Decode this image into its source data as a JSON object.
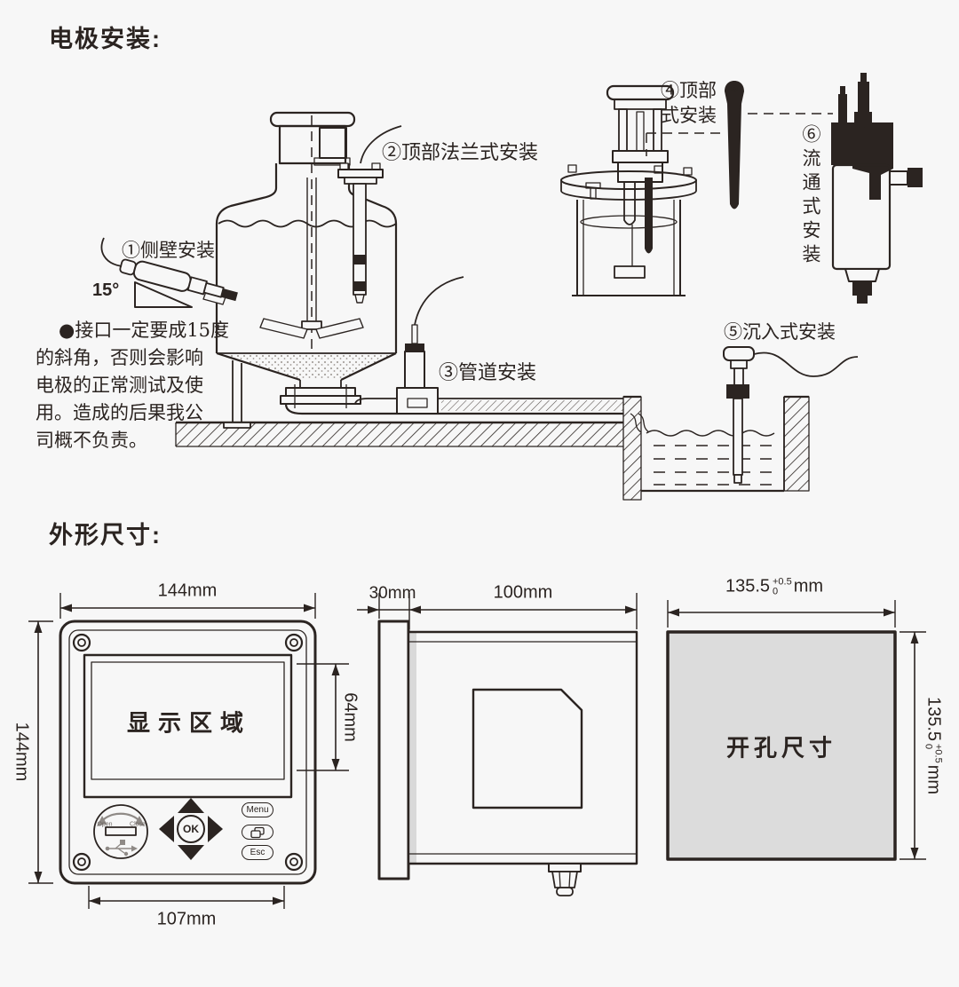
{
  "page": {
    "background": "#f7f7f7",
    "ink": "#2b2421",
    "cutout_fill": "#dcdcdc"
  },
  "electrode_section": {
    "title": "电极安装:",
    "labels": {
      "side_wall": "①侧壁安装",
      "angle": "15°",
      "top_flange": "②顶部法兰式安装",
      "pipeline": "③管道安装",
      "top_mount_line1": "④顶部",
      "top_mount_line2": "式安装",
      "submerged": "⑤沉入式安装",
      "flow_through": "⑥流通式安装"
    },
    "note_lines": [
      "●接口一定要成15度",
      "的斜角，否则会影响",
      "电极的正常测试及使",
      "用。造成的后果我公",
      "司概不负责。"
    ]
  },
  "dimension_section": {
    "title": "外形尺寸:",
    "front_view": {
      "display_text": "显示区域",
      "width": "144mm",
      "height": "144mm",
      "display_height": "64mm",
      "bottom_width": "107mm",
      "buttons": {
        "menu": "Menu",
        "ok": "OK",
        "esc": "Esc",
        "open": "Open",
        "close": "Close"
      }
    },
    "side_view": {
      "bezel_depth": "30mm",
      "body_depth": "100mm"
    },
    "cutout_view": {
      "text": "开孔尺寸",
      "width": {
        "value": "135.5",
        "tol_upper": "+0.5",
        "tol_lower": "0",
        "unit": "mm"
      },
      "height": {
        "value": "135.5",
        "tol_upper": "+0.5",
        "tol_lower": "0",
        "unit": "mm"
      }
    }
  }
}
